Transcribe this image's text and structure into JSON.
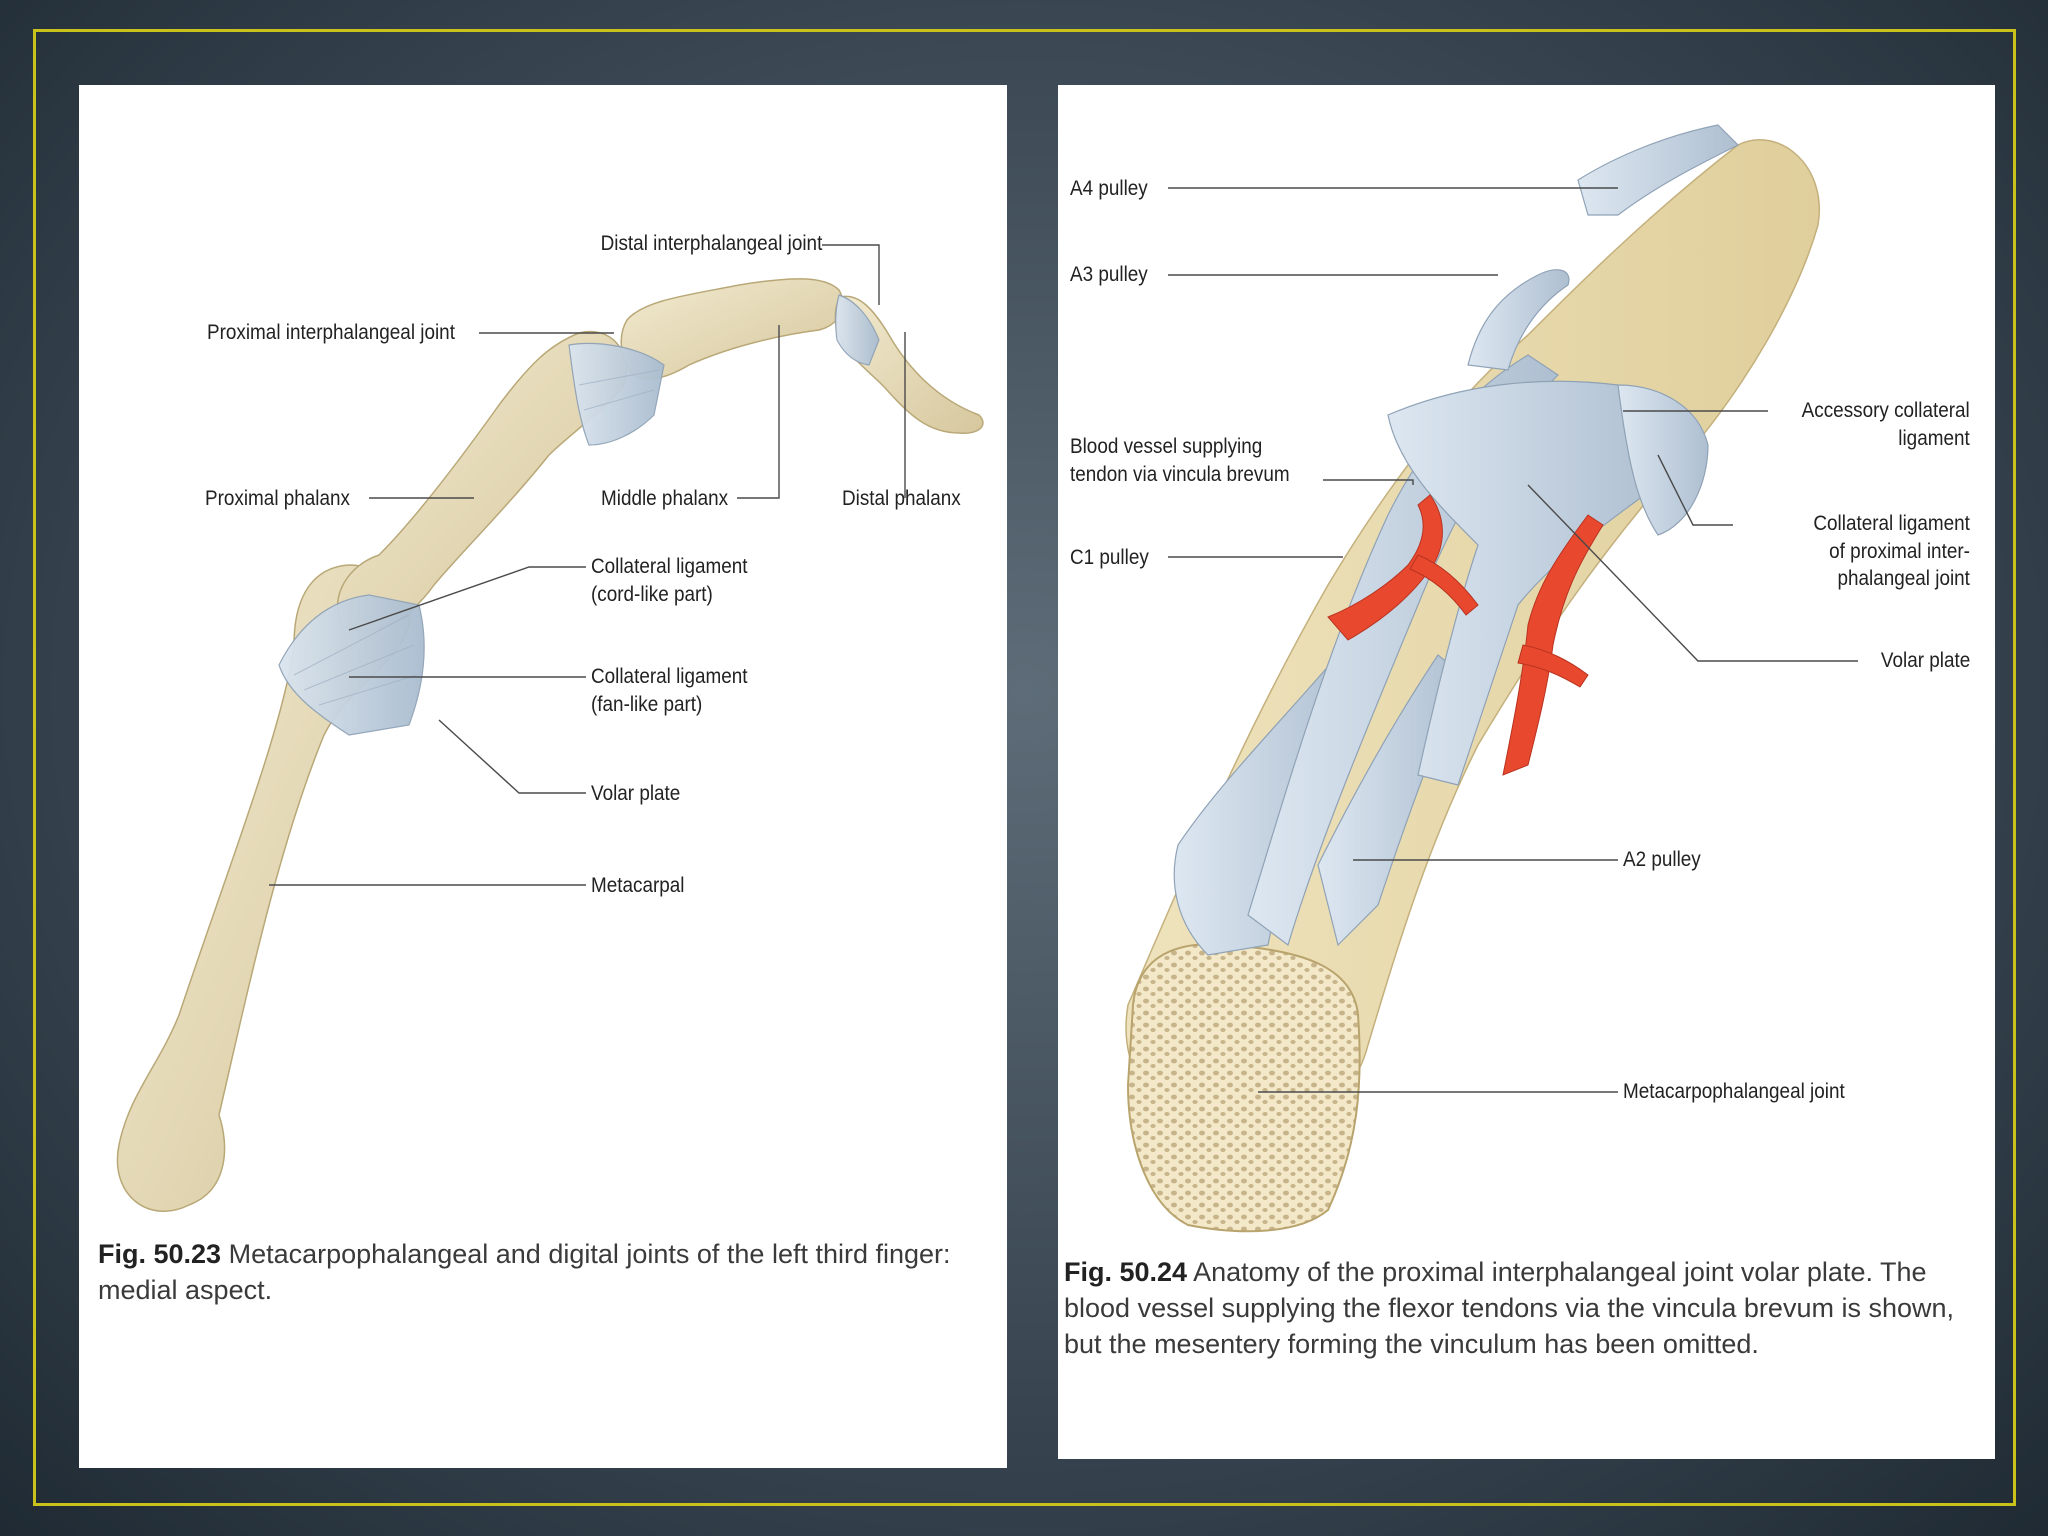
{
  "left_figure": {
    "labels": {
      "distal_ip_joint": "Distal interphalangeal joint",
      "proximal_ip_joint": "Proximal interphalangeal joint",
      "proximal_phalanx": "Proximal phalanx",
      "middle_phalanx": "Middle phalanx",
      "distal_phalanx": "Distal phalanx",
      "collateral_cord_1": "Collateral ligament",
      "collateral_cord_2": "(cord-like part)",
      "collateral_fan_1": "Collateral ligament",
      "collateral_fan_2": "(fan-like part)",
      "volar_plate": "Volar plate",
      "metacarpal": "Metacarpal"
    },
    "caption": {
      "number": "Fig. 50.23",
      "text": "Metacarpophalangeal and digital joints of the left third finger: medial aspect."
    }
  },
  "right_figure": {
    "labels": {
      "a4_pulley": "A4 pulley",
      "a3_pulley": "A3 pulley",
      "blood_vessel_1": "Blood vessel supplying",
      "blood_vessel_2": "tendon via vincula brevum",
      "c1_pulley": "C1 pulley",
      "accessory_collateral_1": "Accessory collateral",
      "accessory_collateral_2": "ligament",
      "collateral_pip_1": "Collateral ligament",
      "collateral_pip_2": "of proximal inter-",
      "collateral_pip_3": "phalangeal joint",
      "volar_plate": "Volar plate",
      "a2_pulley": "A2 pulley",
      "mcp_joint": "Metacarpophalangeal joint"
    },
    "caption": {
      "number": "Fig. 50.24",
      "text": "Anatomy of the proximal interphalangeal joint volar plate. The blood vessel supplying the flexor tendons via the vincula brevum is shown, but the mesentery forming the vinculum has been omitted."
    }
  },
  "colors": {
    "bone": "#e6dbb9",
    "ligament": "#c4d3e2",
    "vessel": "#e8492e",
    "frame": "#c9c21a"
  }
}
